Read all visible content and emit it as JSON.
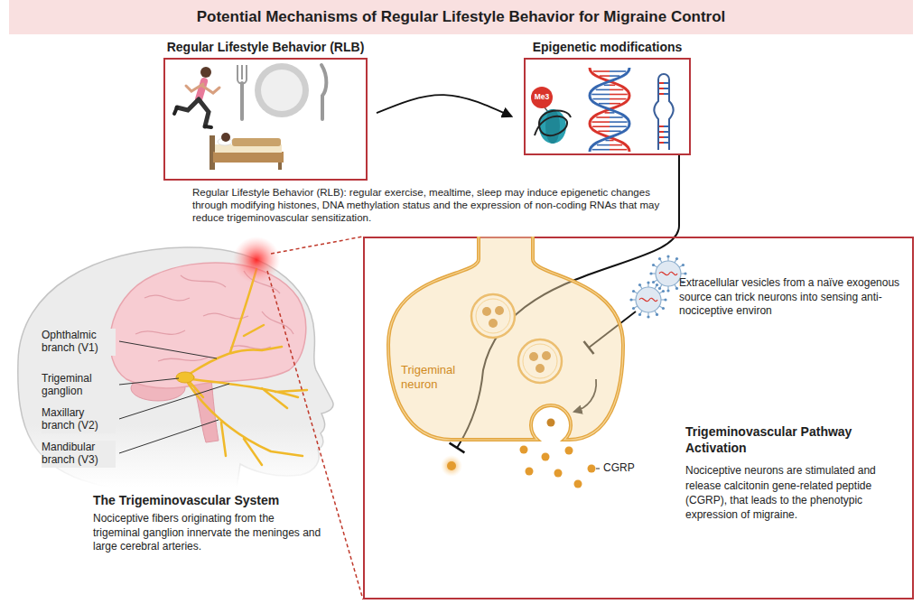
{
  "diagram": {
    "title": "Potential Mechanisms of Regular Lifestyle Behavior for Migraine Control",
    "nodes": [
      {
        "text": [
          "Regular Lifestyle Behavior (RLB)"
        ]
      },
      {
        "text": [
          "Epigenetic modifications"
        ]
      },
      {
        "text": [
          "Trigeminovascular Pathway Activation",
          "Nociceptive neurons are stimulated and release calcitonin gene-related peptide (CGRP), that leads to the phenotypic expression of migraine."
        ]
      },
      {
        "text": [
          "Trigeminal neuron"
        ],
        "in": 2
      }
    ],
    "edges": [
      {
        "from": 0,
        "to": 1,
        "arrow": "to"
      }
    ],
    "labels": [
      "Regular Lifestyle Behavior (RLB): regular exercise, mealtime, sleep may induce epigenetic changes through modifying histones, DNA methylation status and the expression of non-coding RNAs that may reduce trigeminovascular sensitization.",
      "Me3",
      "Extracellular vesicles from a naïve exogenous source can trick neurons into sensing anti-nociceptive environ",
      "CGRP",
      "Ophthalmic branch (V1)",
      "Trigeminal ganglion",
      "Maxillary branch (V2)",
      "Mandibular branch (V3)",
      "The Trigeminovascular System",
      "Nociceptive fibers originating from the trigeminal ganglion innervate the meninges and large cerebral arteries."
    ]
  }
}
